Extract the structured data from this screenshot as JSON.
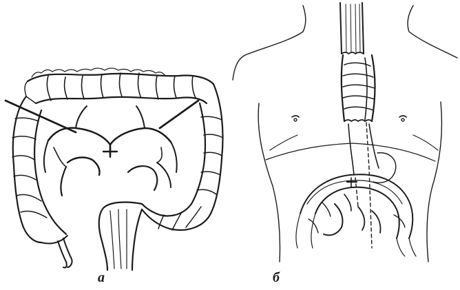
{
  "figure": {
    "panels": [
      {
        "id": "a",
        "label": "а",
        "depicts": "colon-with-vascular-arcades"
      },
      {
        "id": "b",
        "label": "б",
        "depicts": "colon-graft-esophagoplasty-in-thorax"
      }
    ],
    "colors": {
      "ink": "#1a1a1a",
      "background": "#ffffff"
    }
  }
}
